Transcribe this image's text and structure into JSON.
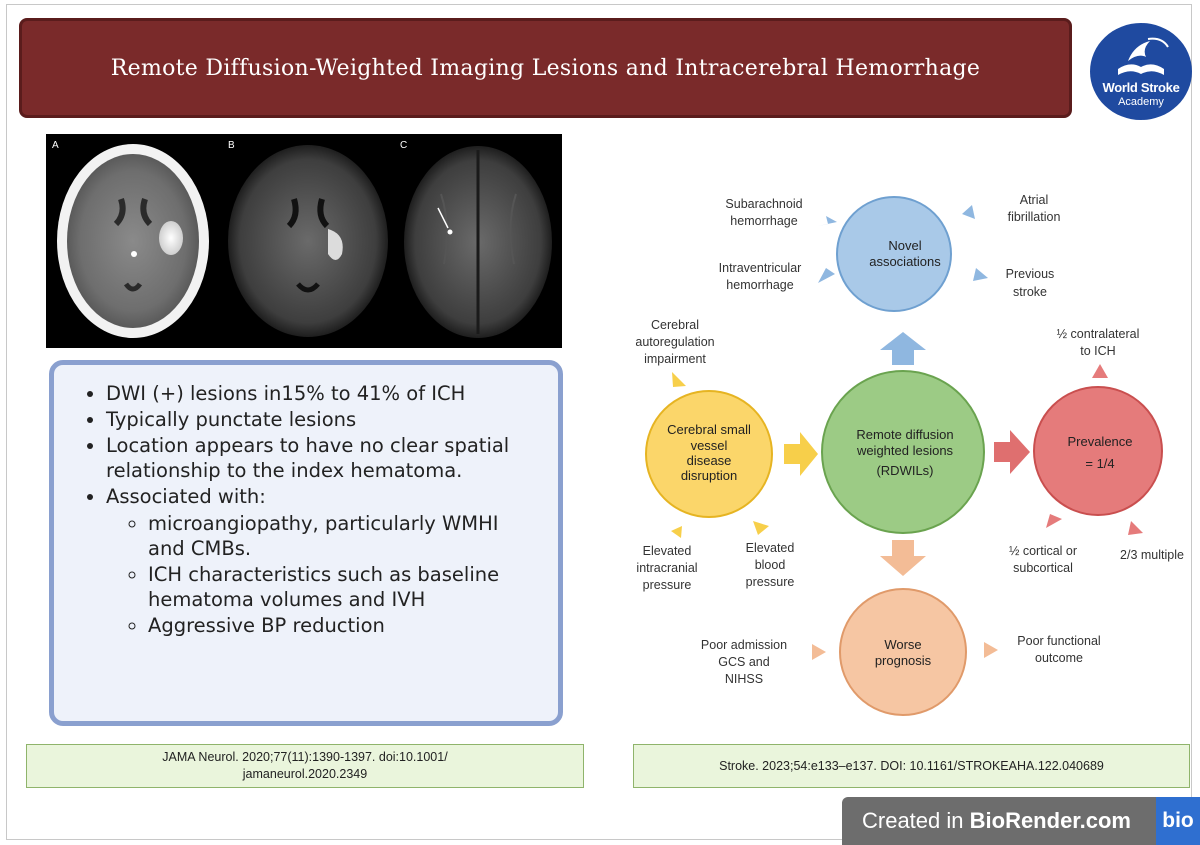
{
  "title": "Remote Diffusion-Weighted Imaging Lesions and  Intracerebral Hemorrhage",
  "logo": {
    "line1": "World Stroke",
    "line2": "Academy"
  },
  "scan_panels": [
    "A",
    "B",
    "C"
  ],
  "bullets": [
    " DWI (+) lesions in15% to 41% of ICH",
    "Typically punctate lesions",
    "Location appears to have no clear spatial relationship to the index hematoma.",
    "Associated with:"
  ],
  "sub_bullets": [
    "microangiopathy, particularly WMHI and CMBs.",
    "ICH characteristics such as baseline hematoma volumes and IVH",
    "Aggressive BP reduction"
  ],
  "references": {
    "left_line1": "JAMA Neurol. 2020;77(11):1390-1397. doi:10.1001/",
    "left_line2": "jamaneurol.2020.2349",
    "right": "Stroke. 2023;54:e133–e137. DOI: 10.1161/STROKEAHA.122.040689"
  },
  "diagram": {
    "novel": {
      "line1": "Novel",
      "line2": "associations"
    },
    "novel_items": [
      {
        "line1": "Subarachnoid",
        "line2": "hemorrhage"
      },
      {
        "line1": "Atrial",
        "line2": "fibrillation"
      },
      {
        "line1": "Intraventricular",
        "line2": "hemorrhage"
      },
      {
        "line1": "Previous",
        "line2": "stroke"
      }
    ],
    "center": {
      "line1": "Remote diffusion",
      "line2": "weighted lesions",
      "line3": "(RDWILs)"
    },
    "svd": {
      "line1": "Cerebral small",
      "line2": "vessel",
      "line3": "disease",
      "line4": "disruption"
    },
    "svd_items": [
      {
        "line1": "Cerebral",
        "line2": "autoregulation",
        "line3": "impairment"
      },
      {
        "line1": "Elevated",
        "line2": "intracranial",
        "line3": "pressure"
      },
      {
        "line1": "Elevated",
        "line2": "blood",
        "line3": "pressure"
      }
    ],
    "prevalence": {
      "line1": "Prevalence",
      "line2": "= 1/4"
    },
    "prevalence_items": [
      {
        "line1": "½ contralateral",
        "line2": "to ICH"
      },
      {
        "line1": "½ cortical or",
        "line2": "subcortical"
      },
      {
        "line1": "2/3 multiple"
      }
    ],
    "worse": {
      "line1": "Worse",
      "line2": "prognosis"
    },
    "worse_items": [
      {
        "line1": "Poor admission",
        "line2": "GCS and",
        "line3": "NIHSS"
      },
      {
        "line1": "Poor functional",
        "line2": "outcome"
      }
    ]
  },
  "badge": {
    "prefix": "Created in ",
    "brand": "BioRender.com",
    "icon": "bio"
  }
}
